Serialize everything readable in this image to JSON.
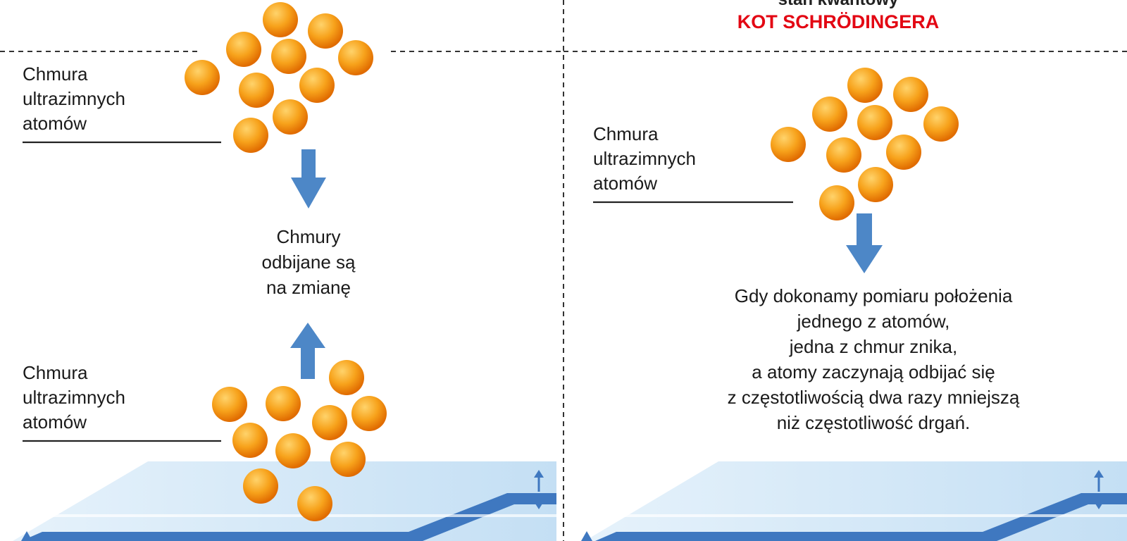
{
  "header": {
    "top_line": "stan kwantowy",
    "title": "KOT SCHRÖDINGERA",
    "title_color": "#e30613"
  },
  "left_panel": {
    "top_label": [
      "Chmura",
      "ultrazimnych",
      "atomów"
    ],
    "bottom_label": [
      "Chmura",
      "ultrazimnych",
      "atomów"
    ],
    "middle_text": [
      "Chmury",
      "odbijane są",
      "na zmianę"
    ]
  },
  "right_panel": {
    "label": [
      "Chmura",
      "ultrazimnych",
      "atomów"
    ],
    "description": [
      "Gdy dokonamy pomiaru położenia",
      "jednego z atomów,",
      "jedna z chmur znika,",
      "a atomy zaczynają odbijać się",
      "z częstotliwością dwa razy mniejszą",
      "niż częstotliwość drgań."
    ]
  },
  "colors": {
    "atom_light": "#ffd36b",
    "atom_mid": "#f7a21b",
    "atom_dark": "#e06b00",
    "arrow_blue": "#4d87c7",
    "plate_light": "#cfe6f7",
    "plate_dark": "#3f78c0",
    "divider": "#333333"
  }
}
